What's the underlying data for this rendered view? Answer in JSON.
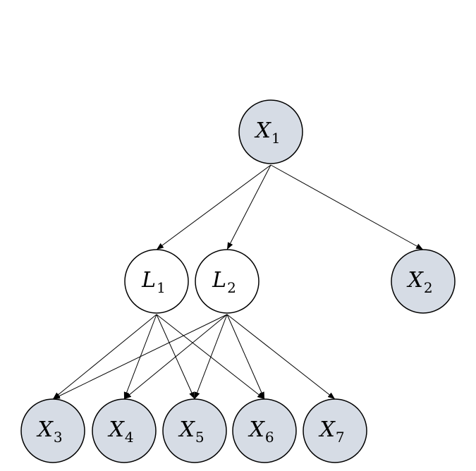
{
  "diagram": {
    "type": "directed-graph",
    "nodes": [
      {
        "id": "X1",
        "base": "X",
        "sub": "1",
        "role": "observed",
        "fill": "#d6dce5"
      },
      {
        "id": "L1",
        "base": "L",
        "sub": "1",
        "role": "latent",
        "fill": "#ffffff"
      },
      {
        "id": "L2",
        "base": "L",
        "sub": "2",
        "role": "latent",
        "fill": "#ffffff"
      },
      {
        "id": "X2",
        "base": "X",
        "sub": "2",
        "role": "observed",
        "fill": "#d6dce5"
      },
      {
        "id": "X3",
        "base": "X",
        "sub": "3",
        "role": "observed",
        "fill": "#d6dce5"
      },
      {
        "id": "X4",
        "base": "X",
        "sub": "4",
        "role": "observed",
        "fill": "#d6dce5"
      },
      {
        "id": "X5",
        "base": "X",
        "sub": "5",
        "role": "observed",
        "fill": "#d6dce5"
      },
      {
        "id": "X6",
        "base": "X",
        "sub": "6",
        "role": "observed",
        "fill": "#d6dce5"
      },
      {
        "id": "X7",
        "base": "X",
        "sub": "7",
        "role": "observed",
        "fill": "#d6dce5"
      }
    ],
    "edges": [
      {
        "from": "X1",
        "to": "L1"
      },
      {
        "from": "X1",
        "to": "L2"
      },
      {
        "from": "X1",
        "to": "X2"
      },
      {
        "from": "L1",
        "to": "X3"
      },
      {
        "from": "L1",
        "to": "X4"
      },
      {
        "from": "L1",
        "to": "X5"
      },
      {
        "from": "L1",
        "to": "X6"
      },
      {
        "from": "L2",
        "to": "X3"
      },
      {
        "from": "L2",
        "to": "X4"
      },
      {
        "from": "L2",
        "to": "X5"
      },
      {
        "from": "L2",
        "to": "X6"
      },
      {
        "from": "L2",
        "to": "X7"
      }
    ],
    "colors": {
      "stroke": "#000000",
      "observed_fill": "#d6dce5",
      "latent_fill": "#ffffff"
    }
  }
}
